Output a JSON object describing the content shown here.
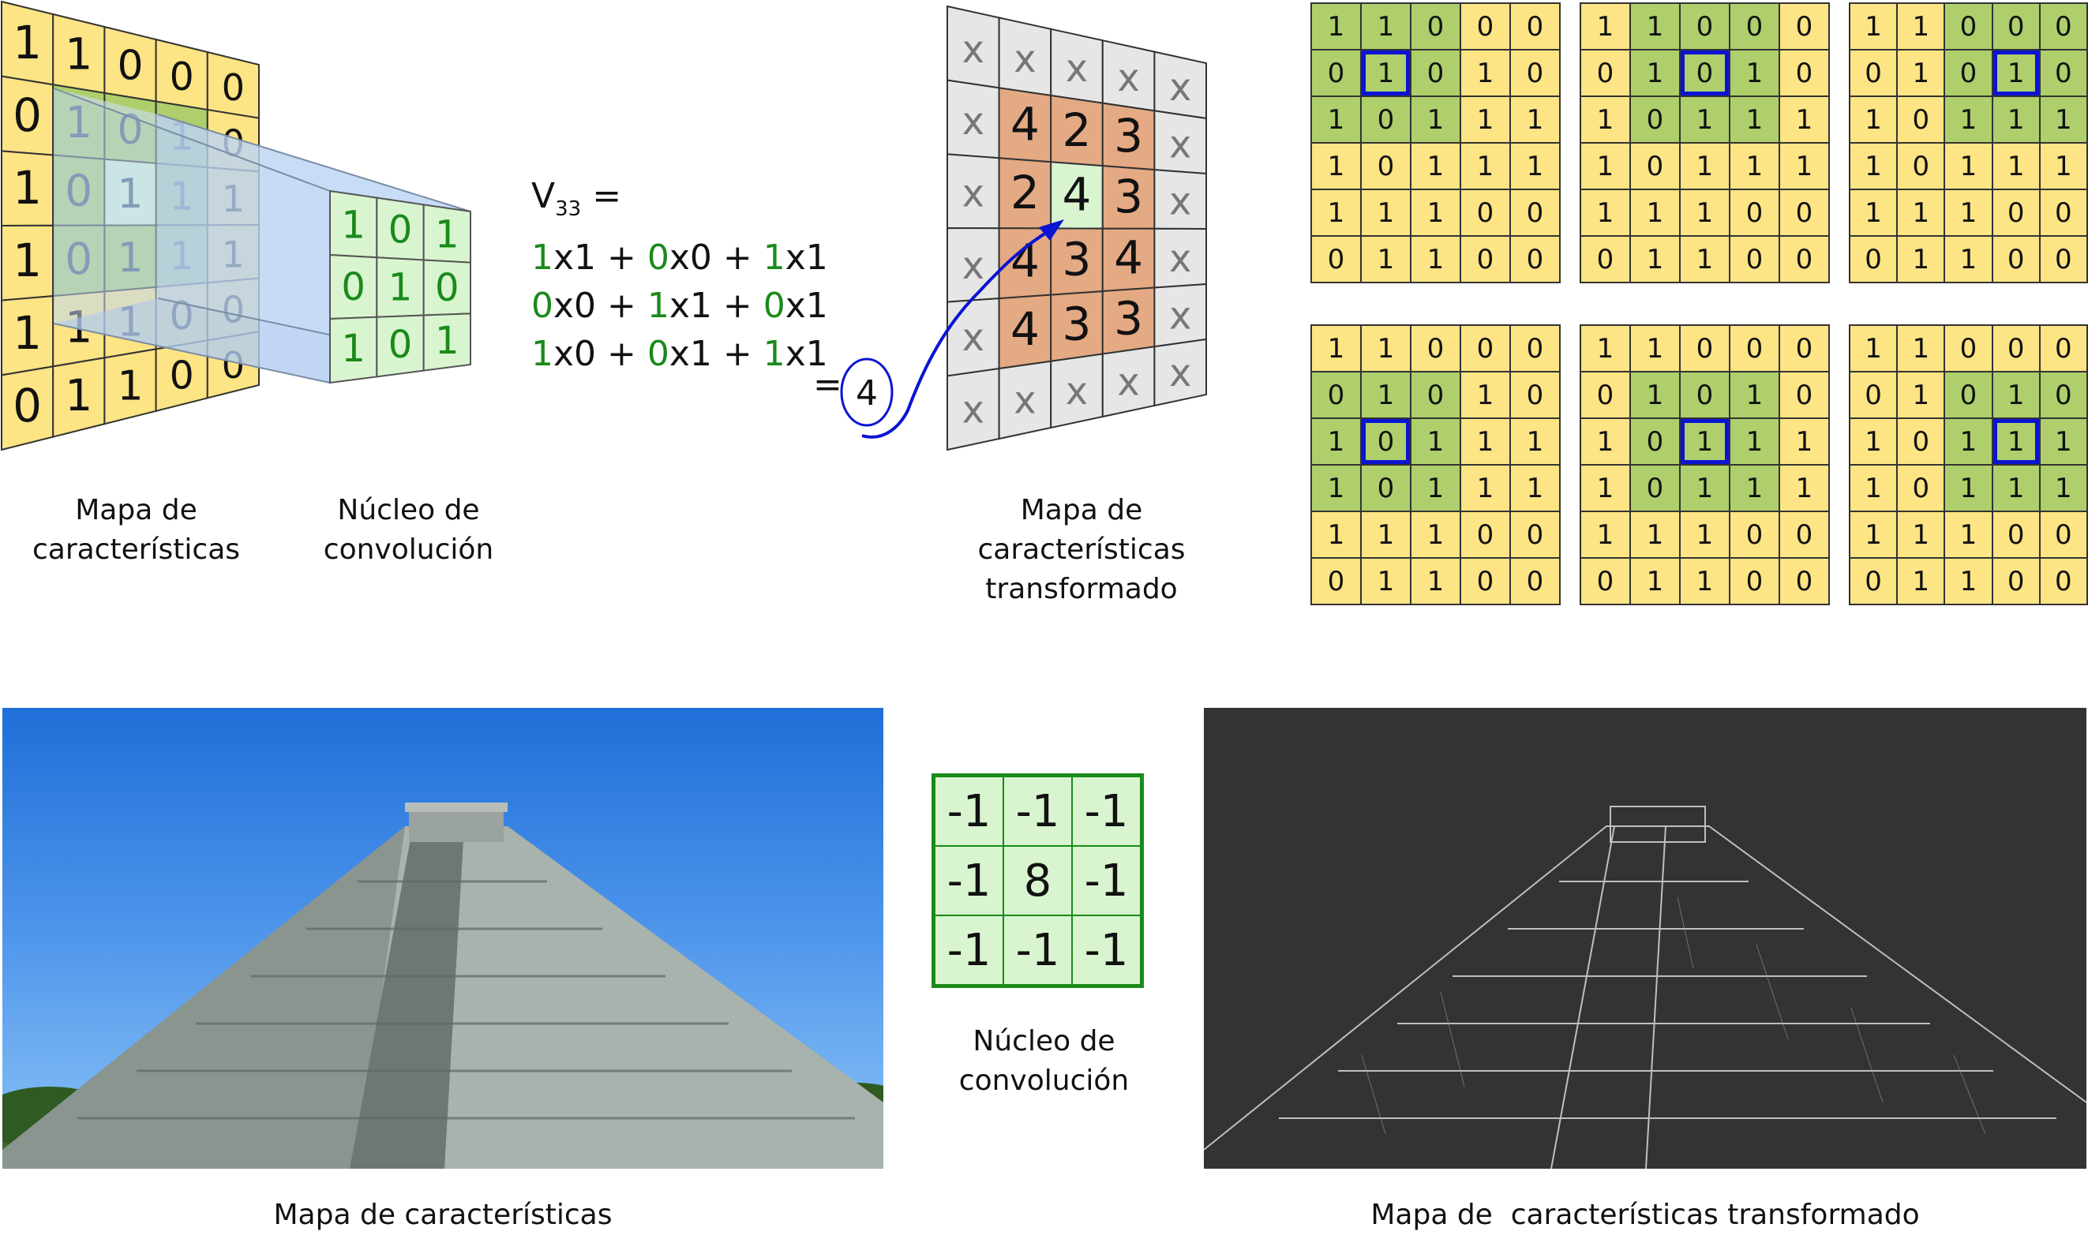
{
  "input_map": {
    "rows": [
      [
        "1",
        "1",
        "0",
        "0",
        "0"
      ],
      [
        "0",
        "1",
        "0",
        "1",
        "0"
      ],
      [
        "1",
        "0",
        "1",
        "1",
        "1"
      ],
      [
        "1",
        "0",
        "1",
        "1",
        "1"
      ],
      [
        "1",
        "1",
        "1",
        "0",
        "0"
      ],
      [
        "0",
        "1",
        "1",
        "0",
        "0"
      ]
    ]
  },
  "kernel": {
    "rows": [
      [
        "1",
        "0",
        "1"
      ],
      [
        "0",
        "1",
        "0"
      ],
      [
        "1",
        "0",
        "1"
      ]
    ]
  },
  "formula": {
    "v_label": "V",
    "v_sub": "33",
    "eq": " =",
    "lines": [
      [
        [
          "1",
          "g"
        ],
        [
          "x1 + ",
          ""
        ],
        [
          "0",
          "g"
        ],
        [
          "x0 + ",
          ""
        ],
        [
          "1",
          "g"
        ],
        [
          "x1",
          ""
        ]
      ],
      [
        [
          "0",
          "g"
        ],
        [
          "x0 + ",
          ""
        ],
        [
          "1",
          "g"
        ],
        [
          "x1 + ",
          ""
        ],
        [
          "0",
          "g"
        ],
        [
          "x1",
          ""
        ]
      ],
      [
        [
          "1",
          "g"
        ],
        [
          "x0 + ",
          ""
        ],
        [
          "0",
          "g"
        ],
        [
          "x1 + ",
          ""
        ],
        [
          "1",
          "g"
        ],
        [
          "x1",
          ""
        ]
      ]
    ],
    "result_eq": "=",
    "result": "4"
  },
  "output_map": {
    "x": "x",
    "inner": [
      [
        "4",
        "2",
        "3"
      ],
      [
        "2",
        "4",
        "3"
      ],
      [
        "4",
        "3",
        "4"
      ],
      [
        "4",
        "3",
        "3"
      ]
    ]
  },
  "captions": {
    "input_map": [
      "Mapa de",
      "características"
    ],
    "kernel": [
      "Núcleo de",
      "convolución"
    ],
    "output_map": [
      "Mapa de",
      "características",
      "transformado"
    ],
    "kernel2": [
      "Núcleo de",
      "convolución"
    ],
    "photo_left": "Mapa de características",
    "photo_right": "Mapa de  características transformado"
  },
  "step_grids": {
    "rows": [
      [
        "1",
        "1",
        "0",
        "0",
        "0"
      ],
      [
        "0",
        "1",
        "0",
        "1",
        "0"
      ],
      [
        "1",
        "0",
        "1",
        "1",
        "1"
      ],
      [
        "1",
        "0",
        "1",
        "1",
        "1"
      ],
      [
        "1",
        "1",
        "1",
        "0",
        "0"
      ],
      [
        "0",
        "1",
        "1",
        "0",
        "0"
      ]
    ],
    "steps": [
      {
        "r0": 0,
        "c0": 0,
        "hr": 1,
        "hc": 1
      },
      {
        "r0": 0,
        "c0": 1,
        "hr": 1,
        "hc": 2
      },
      {
        "r0": 0,
        "c0": 2,
        "hr": 1,
        "hc": 3
      },
      {
        "r0": 1,
        "c0": 0,
        "hr": 2,
        "hc": 1
      },
      {
        "r0": 1,
        "c0": 1,
        "hr": 2,
        "hc": 2
      },
      {
        "r0": 1,
        "c0": 2,
        "hr": 2,
        "hc": 3
      }
    ]
  },
  "kernel2": {
    "rows": [
      [
        "-1",
        "-1",
        "-1"
      ],
      [
        "-1",
        "8",
        "-1"
      ],
      [
        "-1",
        "-1",
        "-1"
      ]
    ]
  },
  "colors": {
    "yellow": "#fde484",
    "green": "#aecf6b",
    "light_green": "#d8f5d0",
    "orange": "#e4aa84",
    "gray": "#e6e6e6",
    "blue": "#0a14d2",
    "kernel_green": "#1a8a1a"
  }
}
